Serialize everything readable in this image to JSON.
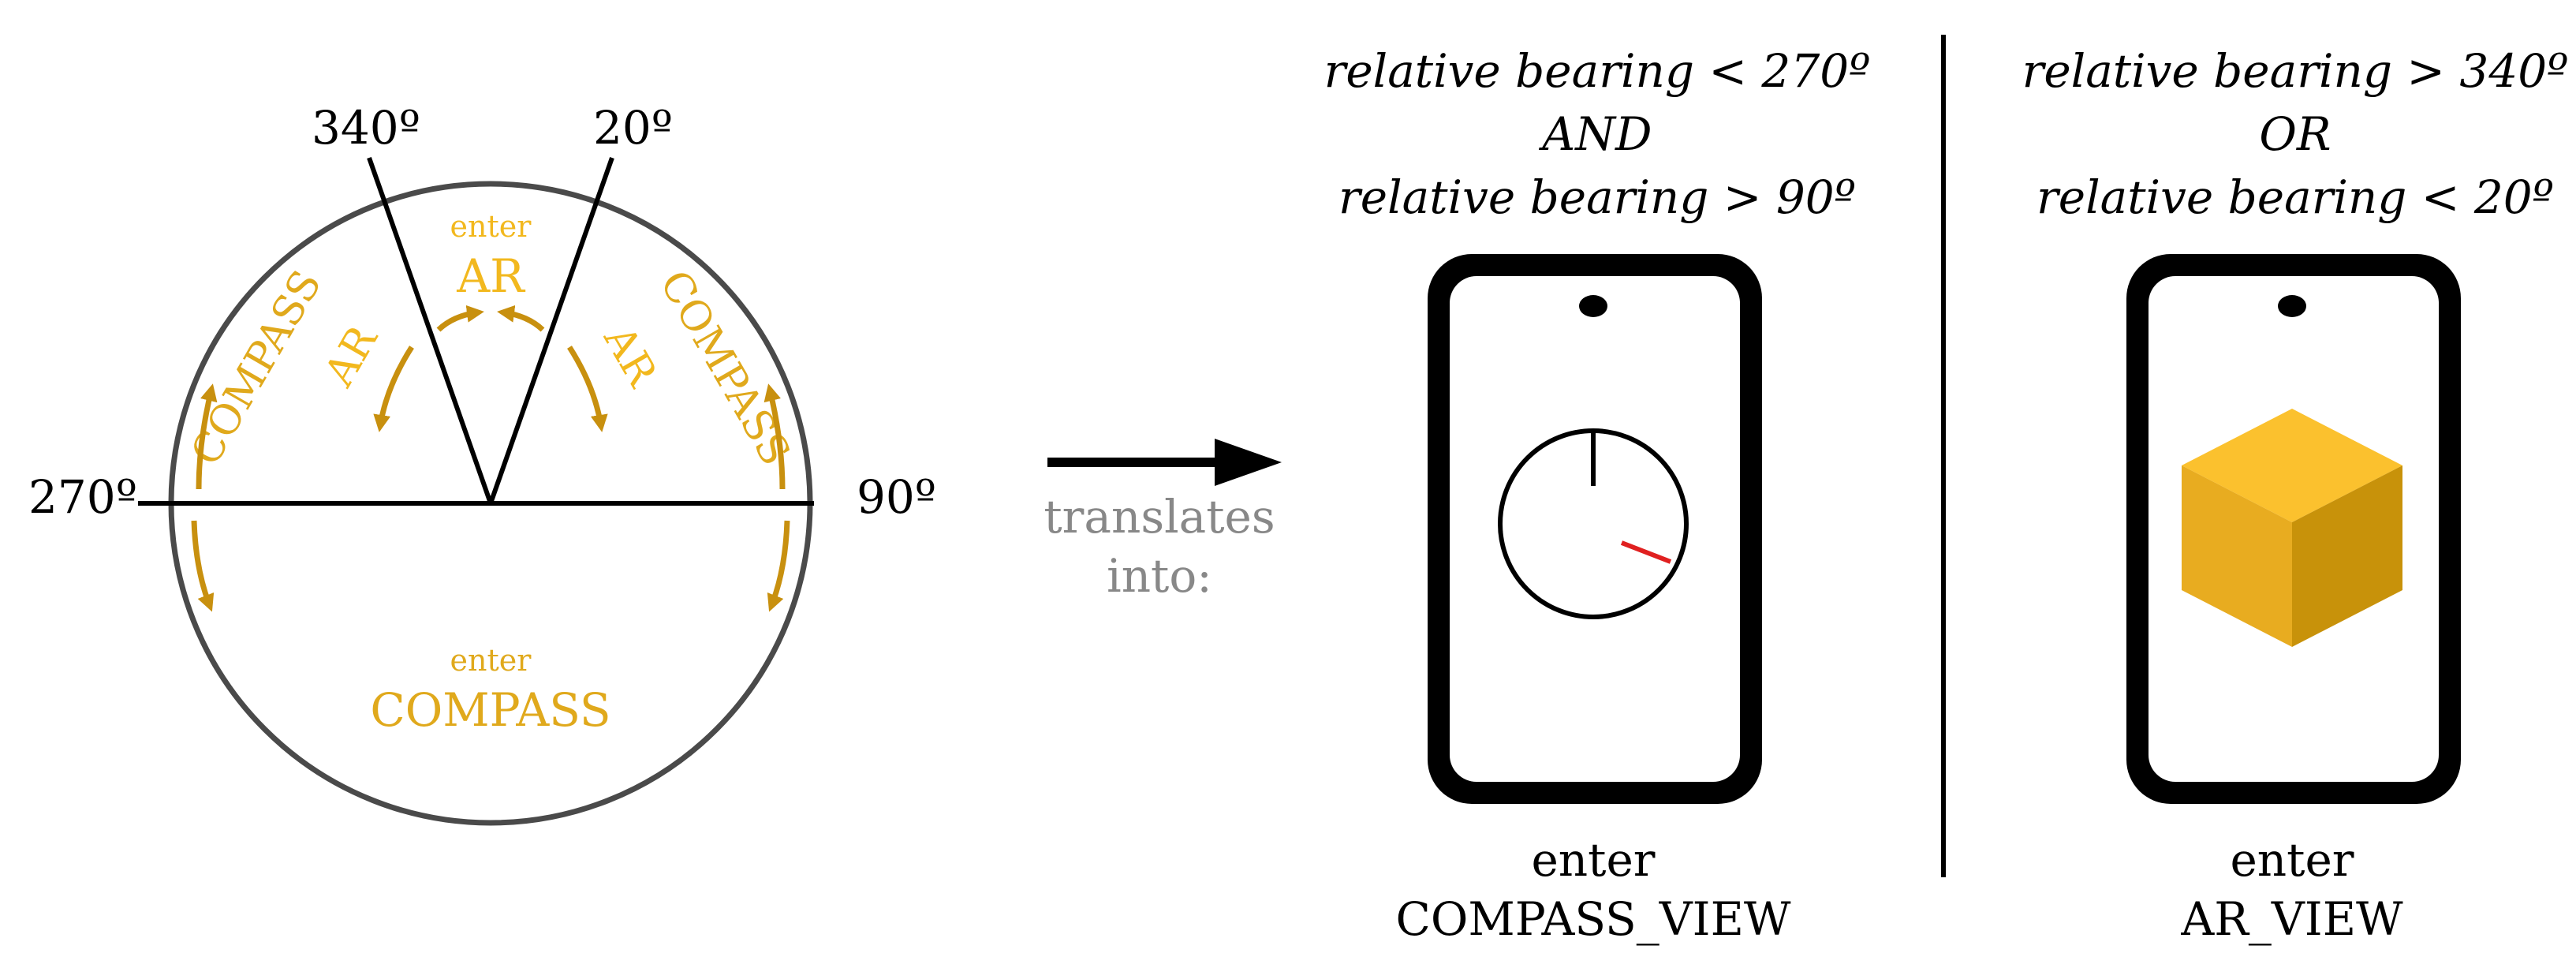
{
  "compass_diagram": {
    "angles": {
      "left": "270º",
      "right": "90º",
      "upper_left": "340º",
      "upper_right": "20º"
    },
    "zones": {
      "top_enter": "enter",
      "top_mode": "AR",
      "bottom_enter": "enter",
      "bottom_mode": "COMPASS",
      "left_compass": "COMPASS",
      "right_compass": "COMPASS",
      "left_ar": "AR",
      "right_ar": "AR"
    },
    "colors": {
      "circle": "#4a4a4a",
      "line": "#000000",
      "ar_label": "#f2b81e",
      "compass_label": "#e0a91c",
      "arrow": "#c8900f"
    }
  },
  "connector": {
    "label_line1": "translates",
    "label_line2": "into:",
    "label_color": "#888888"
  },
  "compass_view": {
    "condition_line1": "relative bearing < 270º",
    "condition_line2": "AND",
    "condition_line3": "relative bearing > 90º",
    "caption_line1": "enter",
    "caption_line2": "COMPASS_VIEW",
    "needle_color": "#e02020"
  },
  "ar_view": {
    "condition_line1": "relative bearing > 340º",
    "condition_line2": "OR",
    "condition_line3": "relative bearing < 20º",
    "caption_line1": "enter",
    "caption_line2": "AR_VIEW",
    "cube_colors": {
      "top": "#fbc12e",
      "left": "#e8ac20",
      "right": "#c8920a"
    }
  }
}
